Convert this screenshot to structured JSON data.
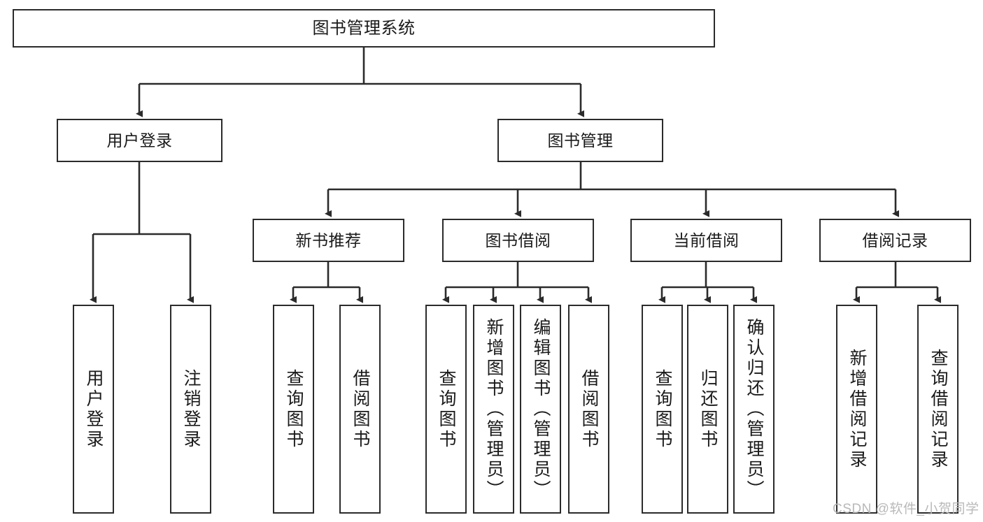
{
  "diagram": {
    "title": "图书管理系统",
    "type": "hierarchy-tree",
    "style": {
      "box_border_color": "#2b2b2b",
      "box_fill_color": "#ffffff",
      "connector_color": "#2b2b2b",
      "text_color": "#1a1a1a",
      "background": "#ffffff"
    },
    "levels": {
      "level1": [
        {
          "id": "root",
          "label": "图书管理系统"
        }
      ],
      "level2": [
        {
          "id": "user-login",
          "label": "用户登录",
          "parent": "root"
        },
        {
          "id": "book-manage",
          "label": "图书管理",
          "parent": "root"
        }
      ],
      "level3": [
        {
          "id": "new-book-rec",
          "label": "新书推荐",
          "parent": "book-manage"
        },
        {
          "id": "book-borrow",
          "label": "图书借阅",
          "parent": "book-manage"
        },
        {
          "id": "current-borrow",
          "label": "当前借阅",
          "parent": "book-manage"
        },
        {
          "id": "borrow-record",
          "label": "借阅记录",
          "parent": "book-manage"
        }
      ],
      "level4": [
        {
          "id": "leaf-user-login",
          "label": "用户登录",
          "parent": "user-login"
        },
        {
          "id": "leaf-logout",
          "label": "注销登录",
          "parent": "user-login"
        },
        {
          "id": "leaf-query-book-1",
          "label": "查询图书",
          "parent": "new-book-rec"
        },
        {
          "id": "leaf-borrow-book-1",
          "label": "借阅图书",
          "parent": "new-book-rec"
        },
        {
          "id": "leaf-query-book-2",
          "label": "查询图书",
          "parent": "book-borrow"
        },
        {
          "id": "leaf-add-book",
          "label": "新增图书（管理员）",
          "parent": "book-borrow"
        },
        {
          "id": "leaf-edit-book",
          "label": "编辑图书（管理员）",
          "parent": "book-borrow"
        },
        {
          "id": "leaf-borrow-book-2",
          "label": "借阅图书",
          "parent": "book-borrow"
        },
        {
          "id": "leaf-query-book-3",
          "label": "查询图书",
          "parent": "current-borrow"
        },
        {
          "id": "leaf-return-book",
          "label": "归还图书",
          "parent": "current-borrow"
        },
        {
          "id": "leaf-confirm-return",
          "label": "确认归还（管理员）",
          "parent": "current-borrow"
        },
        {
          "id": "leaf-add-record",
          "label": "新增借阅记录",
          "parent": "borrow-record"
        },
        {
          "id": "leaf-query-record",
          "label": "查询借阅记录",
          "parent": "borrow-record"
        }
      ]
    }
  },
  "watermark": {
    "text": "CSDN @软件_小贺同学"
  }
}
